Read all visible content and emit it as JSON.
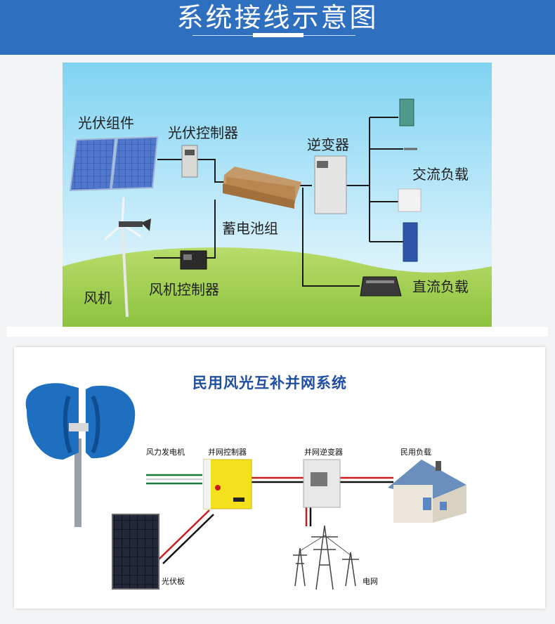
{
  "header": {
    "title": "系统接线示意图"
  },
  "diagram1": {
    "pv_modules": "光伏组件",
    "pv_controller": "光伏控制器",
    "inverter": "逆变器",
    "ac_load": "交流负载",
    "battery_bank": "蓄电池组",
    "wind_turbine": "风机",
    "wind_controller": "风机控制器",
    "dc_load": "直流负载"
  },
  "diagram2": {
    "title": "民用风光互补并网系统",
    "wind_generator": "风力发电机",
    "grid_controller": "并网控制器",
    "grid_inverter": "并网逆变器",
    "residential_load": "民用负载",
    "pv_panel": "光伏板",
    "power_grid": "电网"
  },
  "colors": {
    "banner": "#2f6fc0",
    "sky_top": "#7fd3f2",
    "grass": "#a9d35c",
    "title2": "#1f4fa0"
  }
}
